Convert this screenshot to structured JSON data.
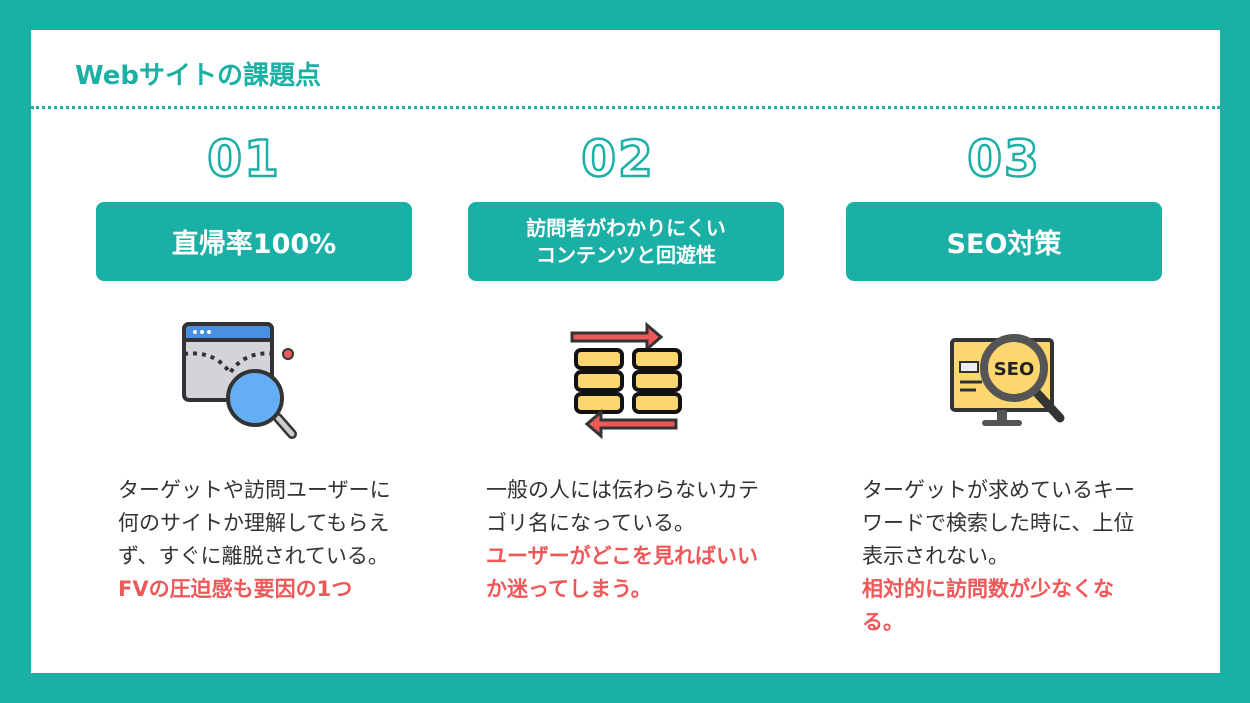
{
  "title": "Webサイトの課題点",
  "colors": {
    "accent": "#1bb0a6",
    "highlight": "#ef5859"
  },
  "items": [
    {
      "number": "01",
      "heading": "直帰率100%",
      "icon": "web-analytics-search-icon",
      "text": "ターゲットや訪問ユーザーに何のサイトか理解してもらえず、すぐに離脱されている。",
      "highlight": "FVの圧迫感も要因の1つ"
    },
    {
      "number": "02",
      "heading_line1": "訪問者がわかりにくい",
      "heading_line2": "コンテンツと回遊性",
      "icon": "data-transfer-icon",
      "text": "一般の人には伝わらないカテゴリ名になっている。",
      "highlight": "ユーザーがどこを見ればいいか迷ってしまう。"
    },
    {
      "number": "03",
      "heading": "SEO対策",
      "icon": "seo-monitor-icon",
      "text": "ターゲットが求めているキーワードで検索した時に、上位表示されない。",
      "highlight": "相対的に訪問数が少なくなる。"
    }
  ]
}
